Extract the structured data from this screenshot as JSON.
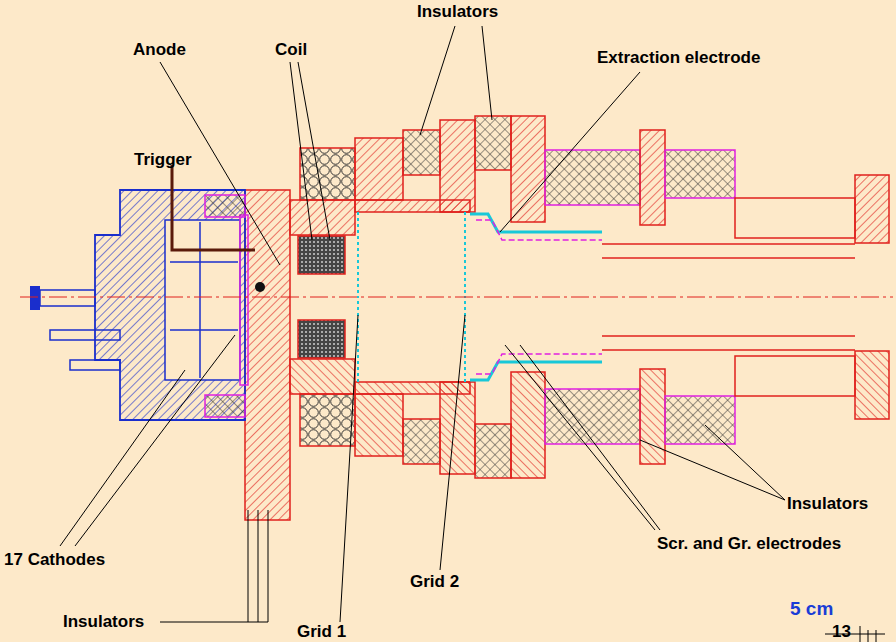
{
  "diagram": {
    "labels": [
      "Insulators",
      "Anode",
      "Coil",
      "Extraction electrode",
      "Trigger",
      "17 Cathodes",
      "Insulators",
      "Grid 1",
      "Grid 2",
      "Insulators",
      "Scr. and Gr. electrodes",
      "5 cm",
      "13"
    ]
  }
}
